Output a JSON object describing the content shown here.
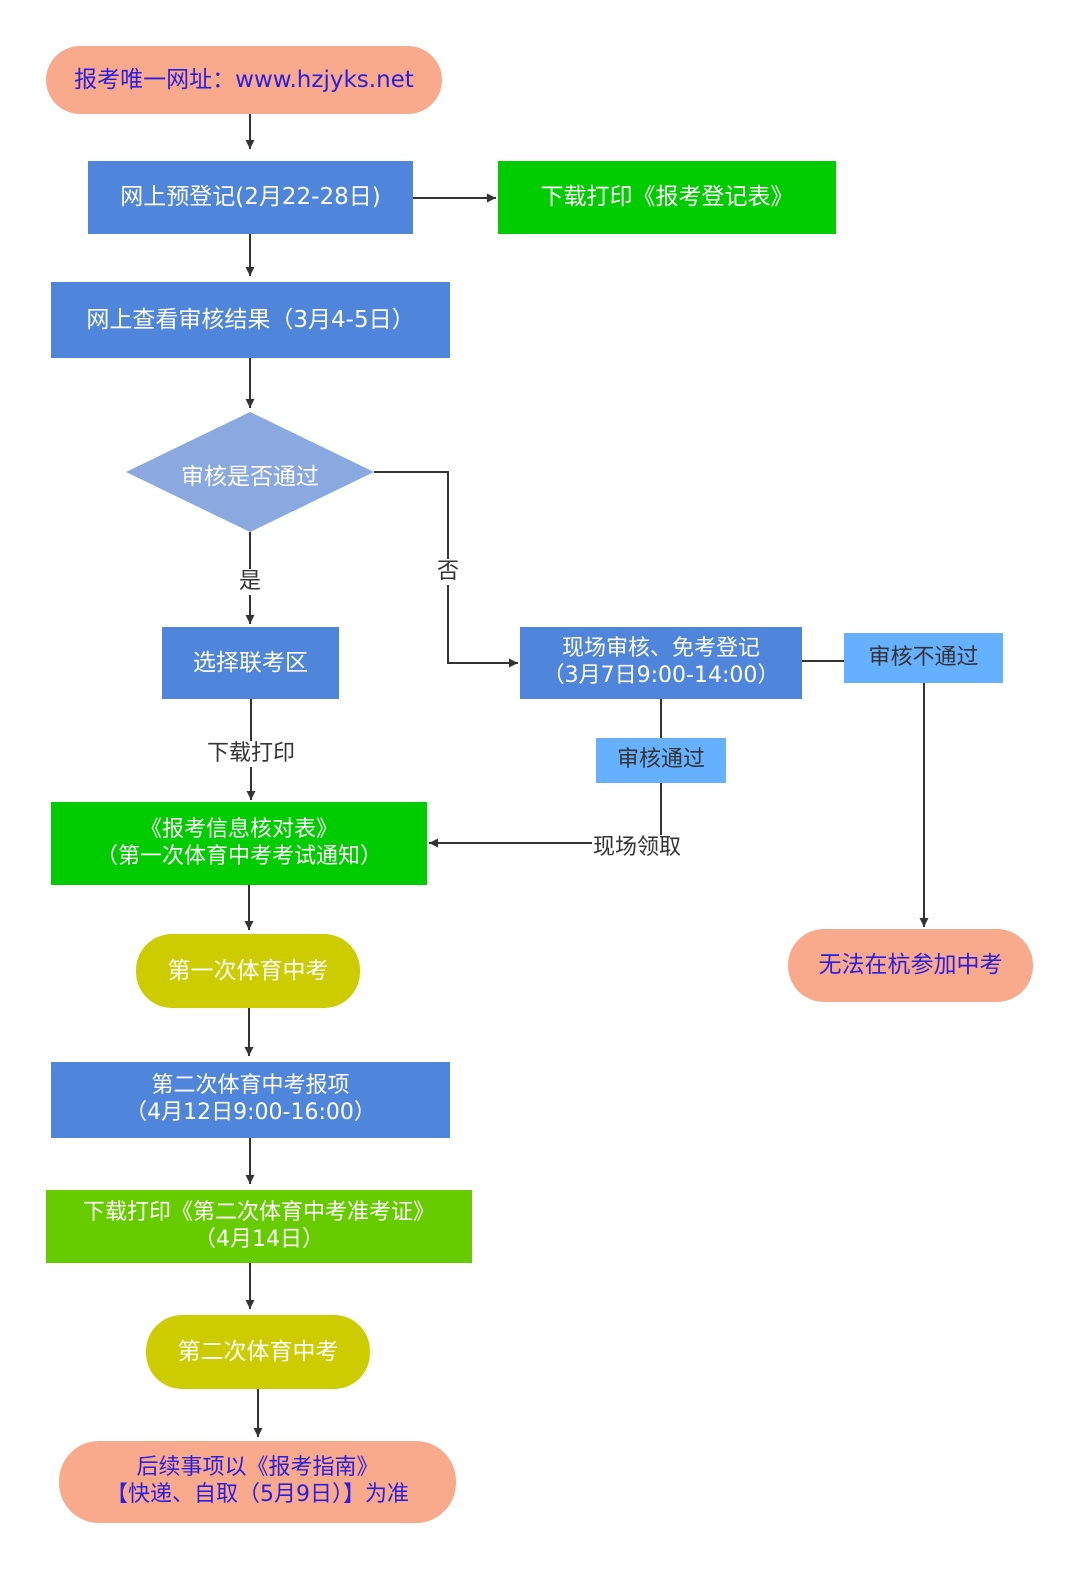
{
  "colors": {
    "salmon": "#f9a98c",
    "blue": "#4f86db",
    "green": "#00cc00",
    "lime": "#66cc00",
    "olive": "#cccc00",
    "light_blue": "#66b1ff",
    "diamond": "#8aa9e1",
    "line": "#333333",
    "link_text": "#2a1ee0"
  },
  "nodes": {
    "start": {
      "text": "报考唯一网址：www.hzjyks.net"
    },
    "preregister": {
      "text": "网上预登记(2月22-28日)"
    },
    "download_form": {
      "text": "下载打印《报考登记表》"
    },
    "check_result": {
      "text": "网上查看审核结果（3月4-5日）"
    },
    "decision": {
      "text": "审核是否通过"
    },
    "choose_zone": {
      "text": "选择联考区"
    },
    "onsite_review": {
      "line1": "现场审核、免考登记",
      "line2": "（3月7日9:00-14:00）"
    },
    "review_fail": {
      "text": "审核不通过"
    },
    "review_pass": {
      "text": "审核通过"
    },
    "verify_form": {
      "line1": "《报考信息核对表》",
      "line2": "（第一次体育中考考试通知）"
    },
    "first_pe_exam": {
      "text": "第一次体育中考"
    },
    "cannot_attend": {
      "text": "无法在杭参加中考"
    },
    "second_signup": {
      "line1": "第二次体育中考报项",
      "line2": "（4月12日9:00-16:00）"
    },
    "download_ticket": {
      "line1": "下载打印《第二次体育中考准考证》",
      "line2": "（4月14日）"
    },
    "second_pe_exam": {
      "text": "第二次体育中考"
    },
    "end": {
      "line1": "后续事项以《报考指南》",
      "line2": "【快递、自取（5月9日）】为准"
    }
  },
  "edge_labels": {
    "yes": "是",
    "no": "否",
    "download_print": "下载打印",
    "onsite_pickup": "现场领取"
  }
}
